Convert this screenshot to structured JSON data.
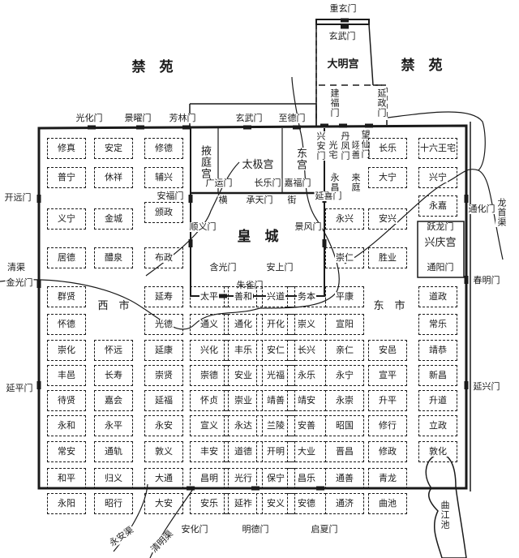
{
  "title_regions": {
    "forbidden_park_left": "禁　苑",
    "forbidden_park_right": "禁　苑"
  },
  "palaces": {
    "daming": {
      "name": "大明宫",
      "gates": {
        "top_outer": "重玄门",
        "top_inner": "玄武门",
        "left": "建福门",
        "right": "延政门"
      }
    },
    "taiji": {
      "name": "太极宫"
    },
    "yeting": {
      "name": "掖庭宫"
    },
    "donggong": {
      "name": "东宫"
    },
    "imperial_city": {
      "name": "皇　城"
    },
    "xingqing": {
      "name": "兴庆宫",
      "gates": {
        "north": "跃龙门",
        "south": "通阳门"
      }
    }
  },
  "gates": {
    "north": [
      "光化门",
      "景曜门",
      "芳林门",
      "玄武门",
      "至德门"
    ],
    "west": [
      "开远门",
      "金光门",
      "延平门"
    ],
    "east": [
      "通化门",
      "春明门",
      "延兴门"
    ],
    "south": [
      "安化门",
      "明德门",
      "启夏门"
    ],
    "palace_inner": [
      "广运门",
      "长乐门",
      "嘉福门",
      "承天门",
      "安福门",
      "顺义门",
      "景风门",
      "延喜门",
      "含光门",
      "朱雀门",
      "安上门",
      "兴安门",
      "丹凤门",
      "望仙门"
    ],
    "street_label": [
      "横",
      "街"
    ]
  },
  "canals": {
    "qing": "清渠",
    "yongan": "永安渠",
    "qingming": "清明渠",
    "longshou": "龙首渠",
    "qujiang": "曲江池"
  },
  "markets": {
    "west": "西　市",
    "east": "东　市"
  },
  "north_strip": [
    "光宅",
    "翊善",
    "永昌",
    "来庭"
  ],
  "wards": {
    "col1": [
      "修真",
      "普宁",
      "义宁",
      "居德",
      "群贤",
      "怀德",
      "崇化",
      "丰邑",
      "待贤",
      "永和",
      "常安",
      "和平",
      "永阳"
    ],
    "col2": [
      "安定",
      "休祥",
      "金城",
      "醴泉",
      "怀远",
      "长寿",
      "嘉会",
      "永平",
      "通轨",
      "归义",
      "昭行"
    ],
    "col3": [
      "修德",
      "辅兴",
      "颁政",
      "布政",
      "延寿",
      "光德",
      "延康",
      "崇贤",
      "延福",
      "永安",
      "敦义",
      "大通",
      "大安"
    ],
    "col4": [
      "太平",
      "通义",
      "兴化",
      "崇德",
      "怀贞",
      "宣义",
      "丰安",
      "昌明",
      "安乐"
    ],
    "col5": [
      "善和",
      "通化",
      "丰乐",
      "安业",
      "崇业",
      "永达",
      "道德",
      "光行",
      "延祚"
    ],
    "col6": [
      "兴道",
      "开化",
      "安仁",
      "光福",
      "靖善",
      "兰陵",
      "开明",
      "保宁",
      "安义"
    ],
    "col7": [
      "务本",
      "崇义",
      "长兴",
      "永乐",
      "靖安",
      "安善",
      "大业",
      "昌乐",
      "安德"
    ],
    "col8": [
      "永兴",
      "崇仁",
      "平康",
      "宣阳",
      "亲仁",
      "永宁",
      "永崇",
      "昭国",
      "晋昌",
      "通善",
      "通济"
    ],
    "col9": [
      "长乐",
      "大宁",
      "安兴",
      "胜业",
      "安邑",
      "宣平",
      "升平",
      "修行",
      "修政",
      "青龙",
      "曲池"
    ],
    "col10": [
      "十六王宅",
      "兴宁",
      "永嘉",
      "道政",
      "常乐",
      "靖恭",
      "新昌",
      "升道",
      "立政",
      "敦化"
    ]
  },
  "colors": {
    "ink": "#1a1a1a",
    "paper": "#ffffff"
  }
}
